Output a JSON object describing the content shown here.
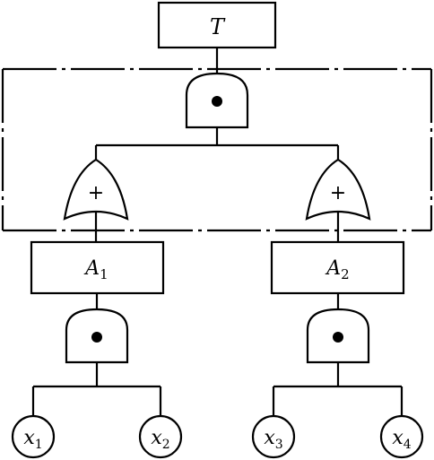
{
  "diagram": {
    "top_event": {
      "label": "T"
    },
    "and_gate_symbol": "•",
    "or_gate_symbol": "+",
    "intermediate_events": [
      {
        "name": "A",
        "subscript": "1"
      },
      {
        "name": "A",
        "subscript": "2"
      }
    ],
    "basic_events": [
      {
        "name": "x",
        "subscript": "1"
      },
      {
        "name": "x",
        "subscript": "2"
      },
      {
        "name": "x",
        "subscript": "3"
      },
      {
        "name": "x",
        "subscript": "4"
      }
    ]
  }
}
